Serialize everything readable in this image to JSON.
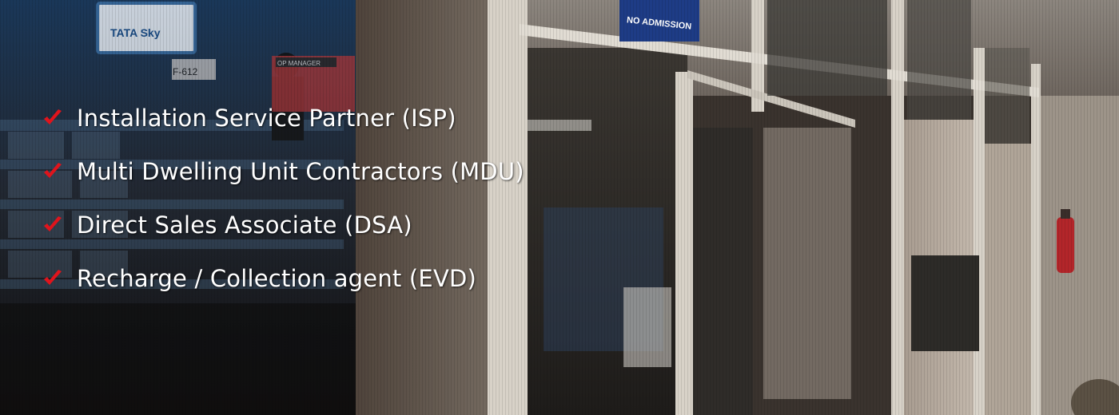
{
  "colors": {
    "check_mark": "#e0141c",
    "text": "#ffffff",
    "background_dark": "#2b2420",
    "partition_frame": "#d8d2c8",
    "wall_panel": "#a99f93"
  },
  "scene": {
    "store_sign": "TATA Sky",
    "room_number_sign": "F-612",
    "door_sign": "NO ADMISSION",
    "box_label": "OP MANAGER"
  },
  "services": {
    "icon": "red-check-icon",
    "items": [
      {
        "label": "Installation Service Partner (ISP)"
      },
      {
        "label": "Multi Dwelling Unit Contractors (MDU)"
      },
      {
        "label": "Direct Sales Associate (DSA)"
      },
      {
        "label": "Recharge / Collection agent (EVD)"
      }
    ]
  }
}
